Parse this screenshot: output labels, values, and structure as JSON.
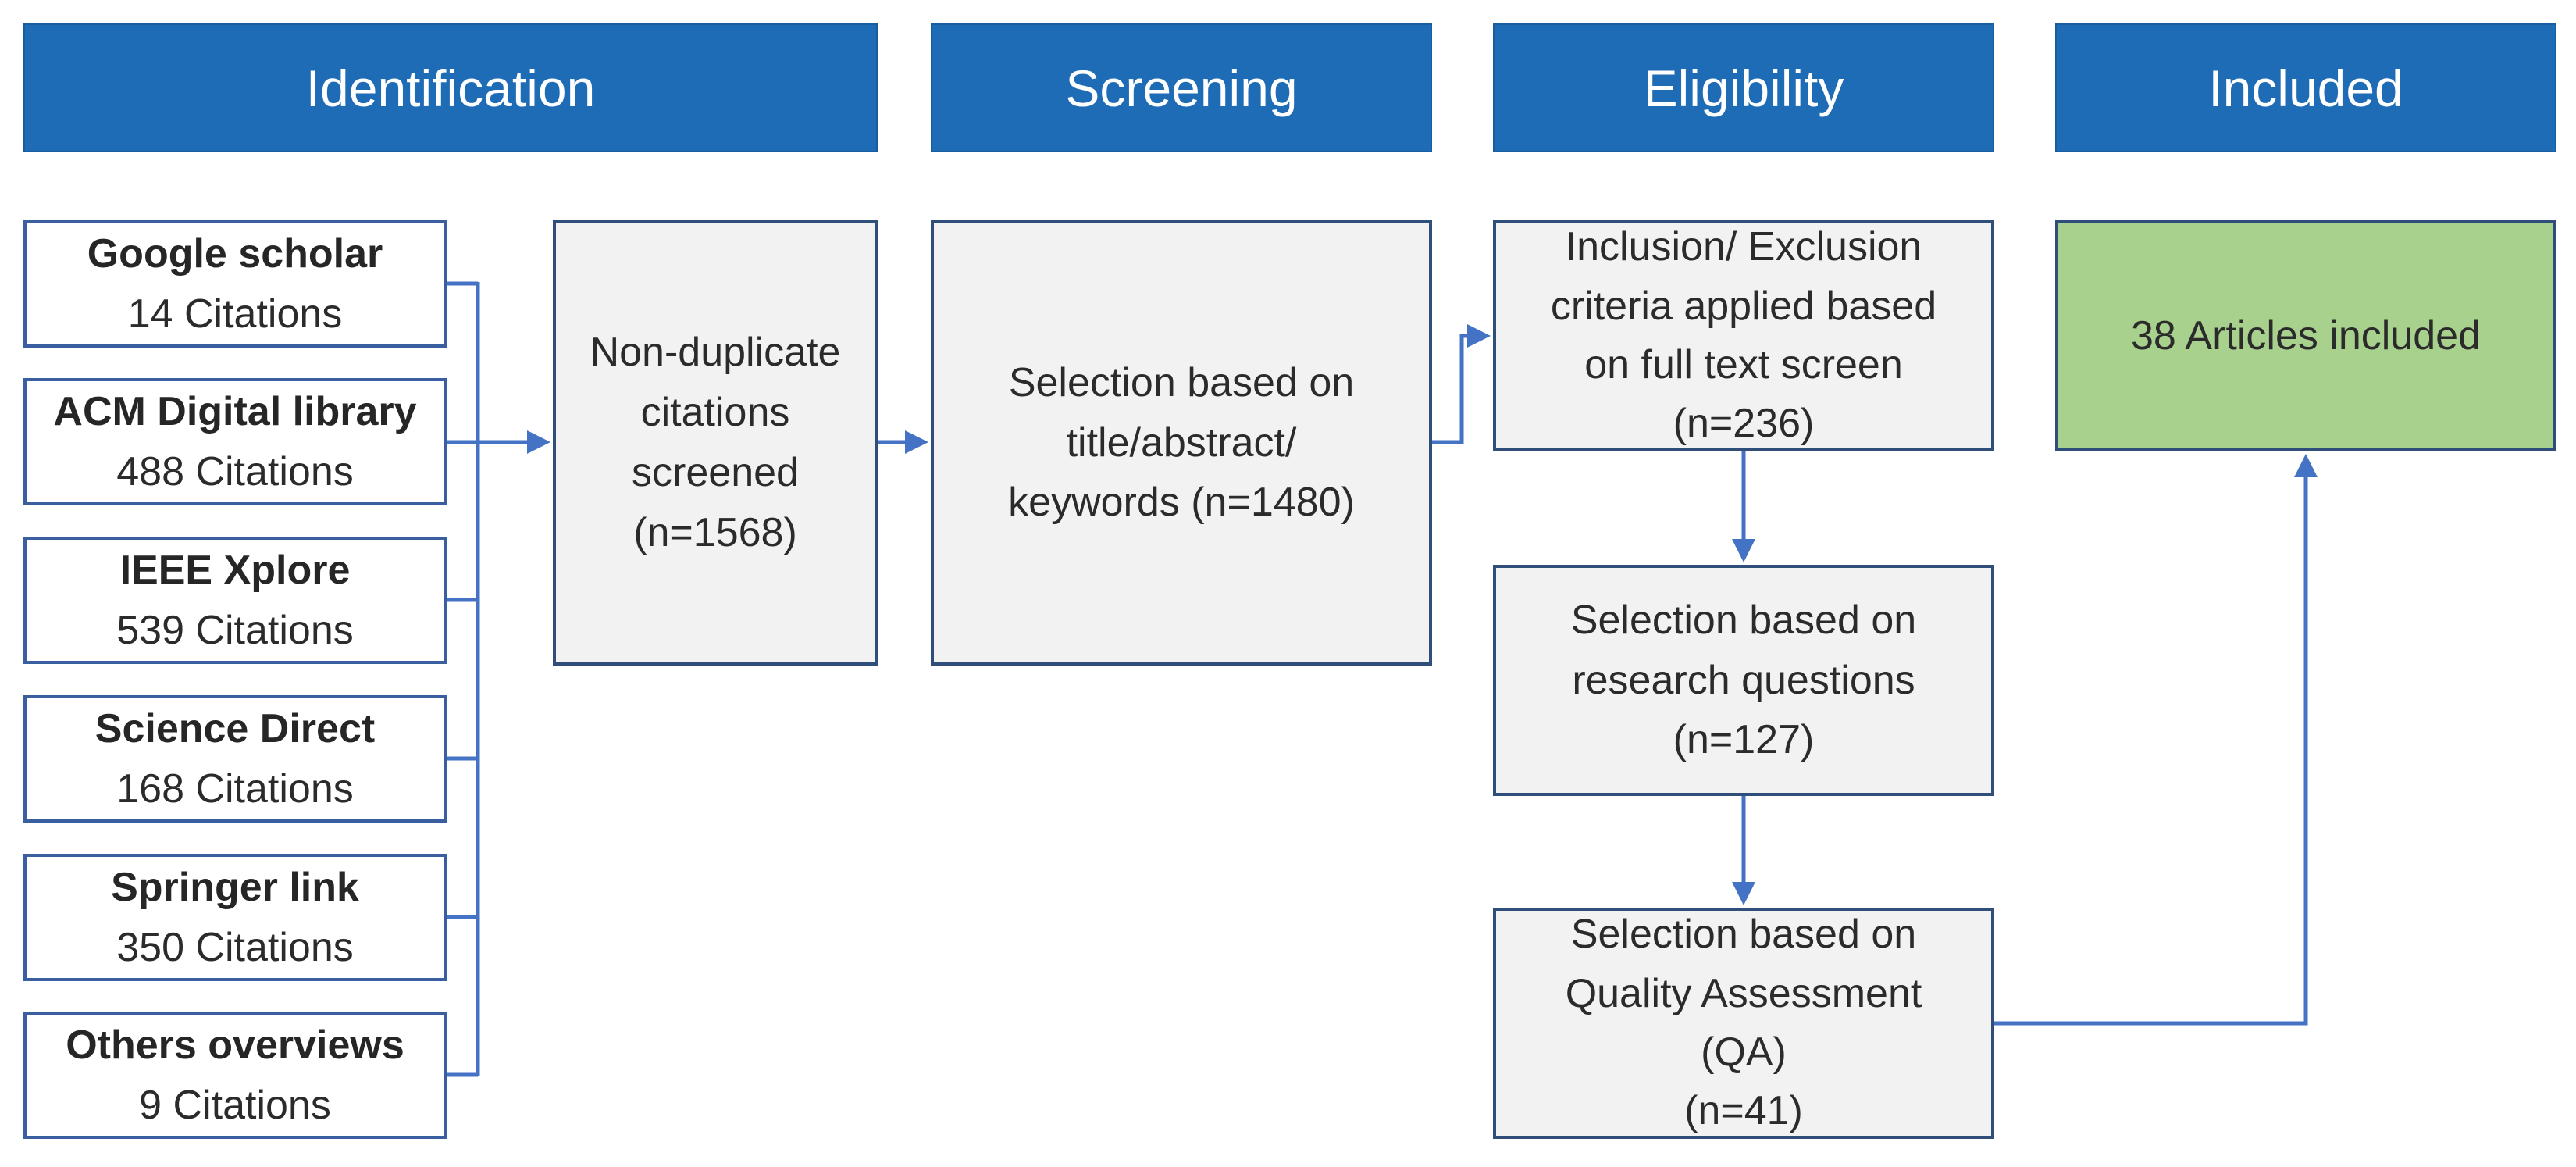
{
  "headers": {
    "identification": "Identification",
    "screening": "Screening",
    "eligibility": "Eligibility",
    "included": "Included"
  },
  "sources": [
    {
      "name": "Google scholar",
      "count": "14 Citations"
    },
    {
      "name": "ACM Digital library",
      "count": "488 Citations"
    },
    {
      "name": "IEEE Xplore",
      "count": "539 Citations"
    },
    {
      "name": "Science Direct",
      "count": "168 Citations"
    },
    {
      "name": "Springer link",
      "count": "350 Citations"
    },
    {
      "name": "Others overviews",
      "count": "9 Citations"
    }
  ],
  "boxes": {
    "nonduplicate": [
      "Non-duplicate",
      "citations",
      "screened",
      "(n=1568)"
    ],
    "selection_title": [
      "Selection based on",
      "title/abstract/",
      "keywords (n=1480)"
    ],
    "inclusion": [
      "Inclusion/ Exclusion",
      "criteria applied based",
      "on full text screen",
      "(n=236)"
    ],
    "research": [
      "Selection based on",
      "research questions",
      "(n=127)"
    ],
    "quality": [
      "Selection based on",
      "Quality Assessment",
      "(QA)",
      "(n=41)"
    ],
    "included": [
      "38 Articles included"
    ]
  },
  "colors": {
    "header_bg": "#1F6CB6",
    "connector": "#4472C4",
    "box_fill": "#F2F2F2",
    "included_fill": "#A9D18E"
  }
}
